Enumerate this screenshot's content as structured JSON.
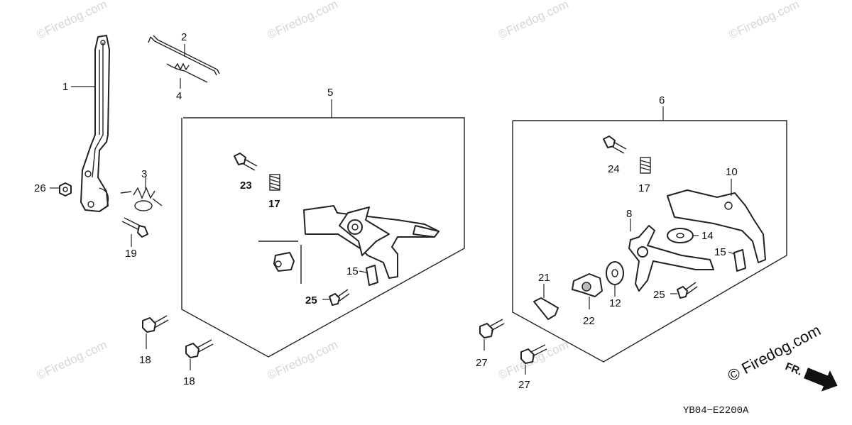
{
  "watermark_text": "©Firedog.com",
  "brand_text": "© Firedog.com",
  "direction_label": "FR.",
  "diagram_code": "YB04−E2200A",
  "callouts": {
    "c1": "1",
    "c2": "2",
    "c3": "3",
    "c4": "4",
    "c5": "5",
    "c6": "6",
    "c8": "8",
    "c10": "10",
    "c12": "12",
    "c14": "14",
    "c15a": "15",
    "c15b": "15",
    "c17a": "17",
    "c17b": "17",
    "c18a": "18",
    "c18b": "18",
    "c19": "19",
    "c21": "21",
    "c22": "22",
    "c23": "23",
    "c24": "24",
    "c25a": "25",
    "c25b": "25",
    "c26": "26",
    "c27a": "27",
    "c27b": "27"
  },
  "colors": {
    "line": "#222222",
    "watermark": "#d6d6d6",
    "background": "#ffffff"
  }
}
